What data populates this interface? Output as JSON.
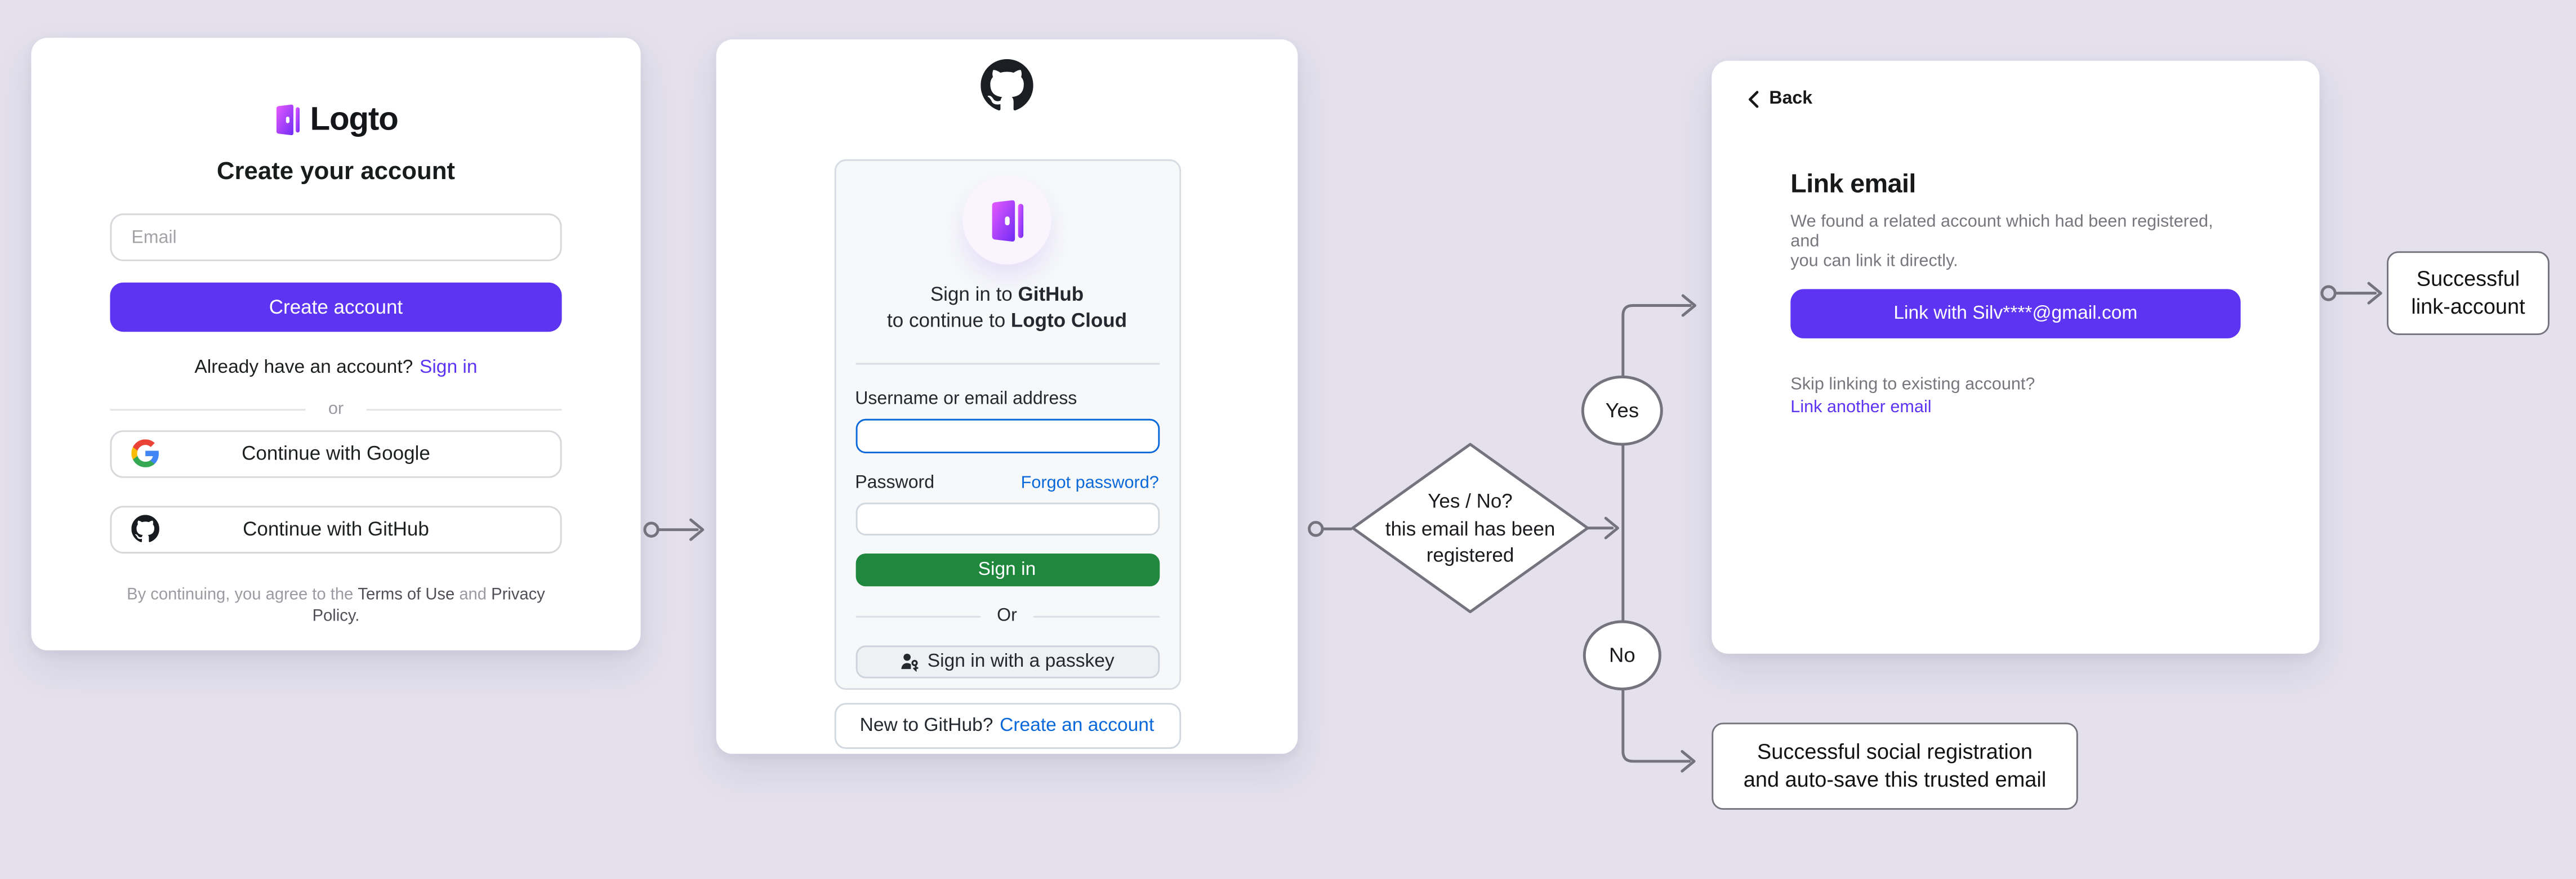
{
  "colors": {
    "background": "#e4e1ed",
    "accent_purple": "#5d34f2",
    "github_green": "#1f883d",
    "github_link_blue": "#0a69da",
    "flow_stroke": "#75747e"
  },
  "logto_panel": {
    "brand": "Logto",
    "title": "Create your account",
    "email_placeholder": "Email",
    "create_button": "Create account",
    "signin_prompt": "Already have an account?",
    "signin_link": "Sign in",
    "divider": "or",
    "google_button": "Continue with Google",
    "github_button": "Continue with GitHub",
    "terms_prefix": "By continuing, you agree to the",
    "terms_link": "Terms of Use",
    "terms_and": "and",
    "privacy_link": "Privacy Policy."
  },
  "github_panel": {
    "card": {
      "signin_prefix": "Sign in to ",
      "signin_bold": "GitHub",
      "continue_prefix": "to continue to ",
      "continue_bold": "Logto Cloud",
      "username_label": "Username or email address",
      "username_value": "",
      "password_label": "Password",
      "forgot_link": "Forgot password?",
      "password_value": "",
      "signin_button": "Sign in",
      "divider": "Or",
      "passkey_button": "Sign in with a passkey"
    },
    "footer_prompt": "New to GitHub?",
    "footer_link": "Create an account"
  },
  "link_email_panel": {
    "back": "Back",
    "title": "Link email",
    "description_line1": "We found a related account which had been registered, and",
    "description_line2": "you can link it directly.",
    "link_button": "Link with Silv****@gmail.com",
    "skip_prompt": "Skip linking to existing account?",
    "skip_link": "Link another email"
  },
  "flow": {
    "decision_line1": "Yes / No?",
    "decision_line2": "this email has been",
    "decision_line3": "registered",
    "yes": "Yes",
    "no": "No",
    "outcome_link_line1": "Successful",
    "outcome_link_line2": "link-account",
    "outcome_social_line1": "Successful social registration",
    "outcome_social_line2": "and auto-save this trusted email"
  }
}
